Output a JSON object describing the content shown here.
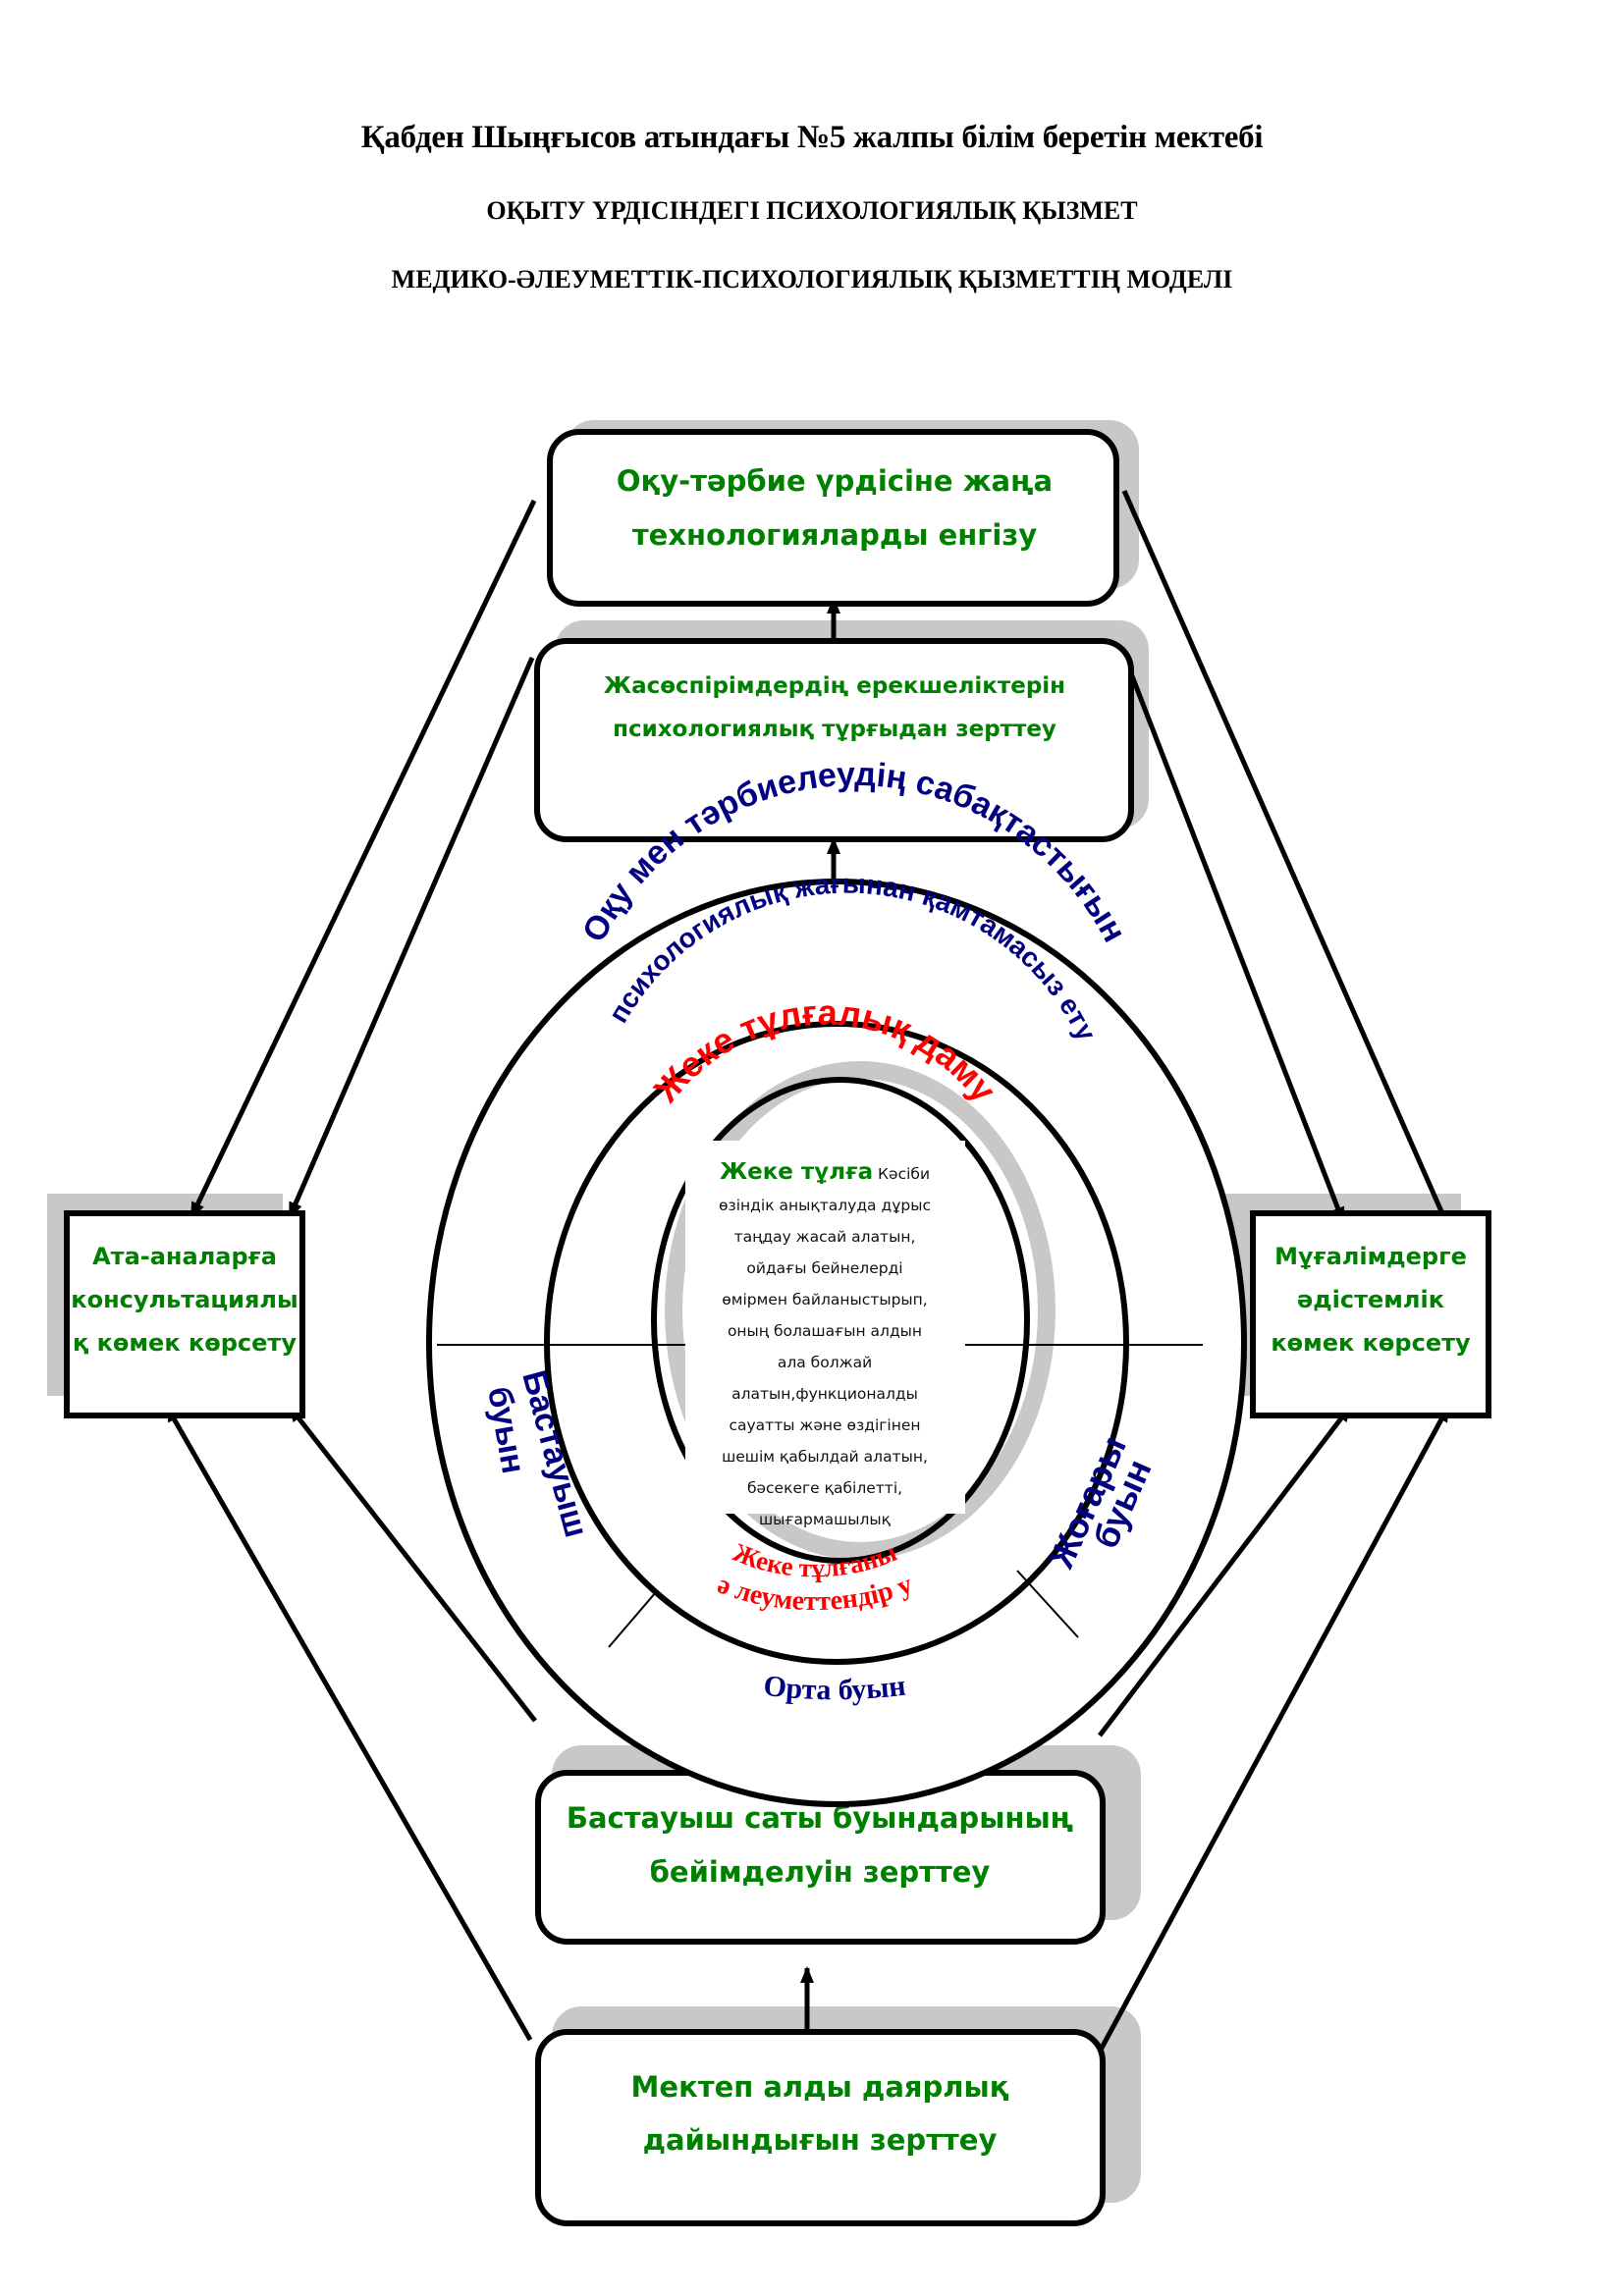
{
  "header": {
    "school": "Қабден Шыңғысов атындағы №5 жалпы білім беретін мектебі",
    "subtitle": "ОҚЫТУ ҮРДІСІНДЕГІ  ПСИХОЛОГИЯЛЫҚ ҚЫЗМЕТ",
    "model_title": "МЕДИКО-ӘЛЕУМЕТТІК-ПСИХОЛОГИЯЛЫҚ  ҚЫЗМЕТТІҢ МОДЕЛІ"
  },
  "boxes": {
    "top": [
      "Оқу-тәрбие үрдісіне жаңа",
      "технологияларды енгізу"
    ],
    "upper": [
      "Жасөспірімдердің ерекшеліктерін",
      "психологиялық тұрғыдан зерттеу"
    ],
    "left": [
      "Ата-аналарға",
      "консультациялы",
      "қ көмек көрсету"
    ],
    "right": [
      "Мұғалімдерге",
      "әдістемлік",
      "көмек көрсету"
    ],
    "lower": [
      "Бастауыш саты буындарының",
      "бейімделуін зерттеу"
    ],
    "bottom": [
      "Мектеп алды даярлық",
      "дайындығын зерттеу"
    ]
  },
  "rings": {
    "outer_line1": "Оқу мен тәрбиелеудің сабақтастығын",
    "outer_line2": "психологиялық жағынан қамтамасыз ету",
    "inner_top": "Жеке тұлғалық даму",
    "inner_bottom_line1": "Жеке тұлғаны",
    "inner_bottom_line2": "ә леуметтендір у",
    "left_sector": [
      "Бастауыш",
      "буын"
    ],
    "right_sector": [
      "Жоғары",
      "буын"
    ],
    "bottom_sector": "Орта буын"
  },
  "center": {
    "lead": "Жеке тұлға",
    "lead_tail": "Кәсіби",
    "lines": [
      "өзіндік анықталуда дұрыс",
      "таңдау жасай алатын,",
      "ойдағы бейнелерді",
      "өмірмен байланыстырып,",
      "оның болашағын алдын",
      "ала  болжай",
      "алатын,функционалды",
      "сауатты және өздігінен",
      "шешім қабылдай алатын,",
      "бәсекеге қабілетті,",
      "шығармашылық"
    ]
  },
  "colors": {
    "box_text": "#008000",
    "ring_blue": "#000080",
    "ring_red": "#ff0000",
    "shadow": "#c8c8c8"
  }
}
